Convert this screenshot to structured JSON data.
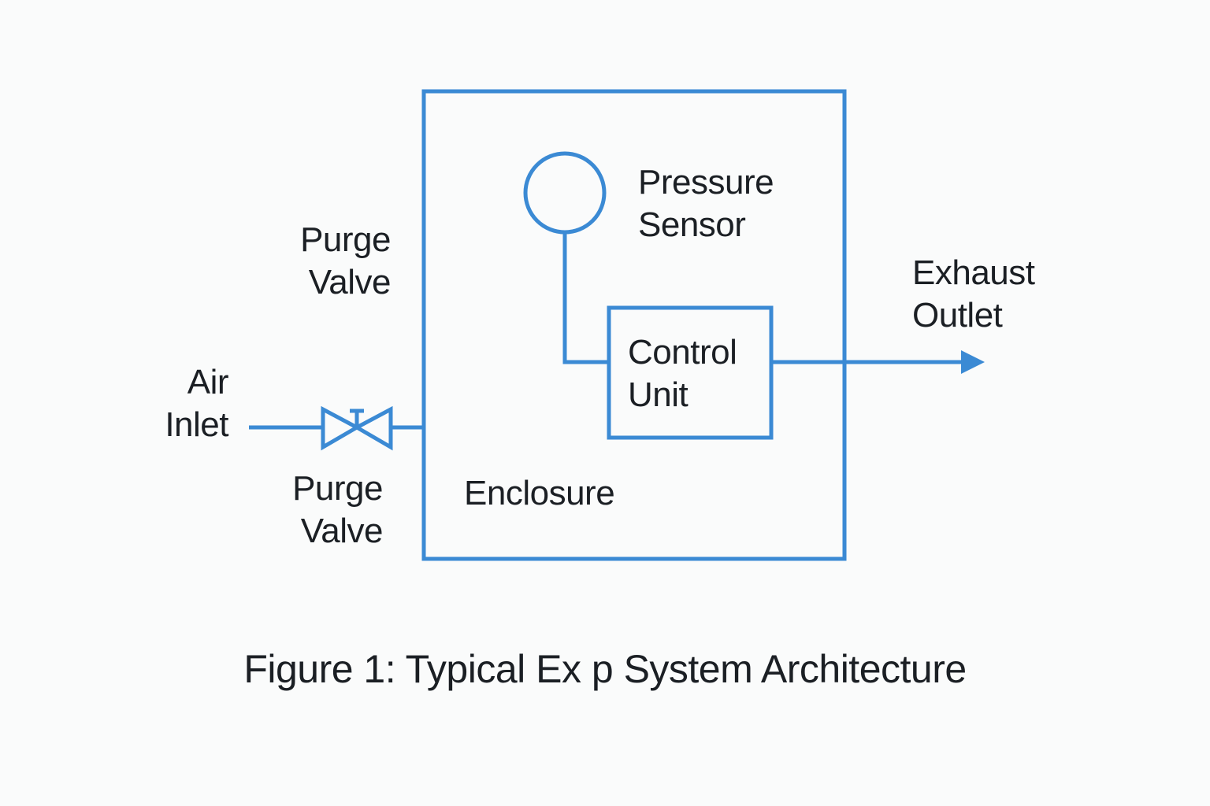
{
  "diagram": {
    "stroke_color": "#3b8ad4",
    "labels": {
      "purge_valve_top": [
        "Purge",
        "Valve"
      ],
      "purge_valve_bottom": [
        "Purge",
        "Valve"
      ],
      "air_inlet": [
        "Air",
        "Inlet"
      ],
      "pressure_sensor": [
        "Pressure",
        "Sensor"
      ],
      "control_unit": [
        "Control",
        "Unit"
      ],
      "exhaust_outlet": [
        "Exhaust",
        "Outlet"
      ],
      "enclosure": "Enclosure"
    },
    "caption": "Figure 1:  Typical Ex p System Architecture"
  }
}
